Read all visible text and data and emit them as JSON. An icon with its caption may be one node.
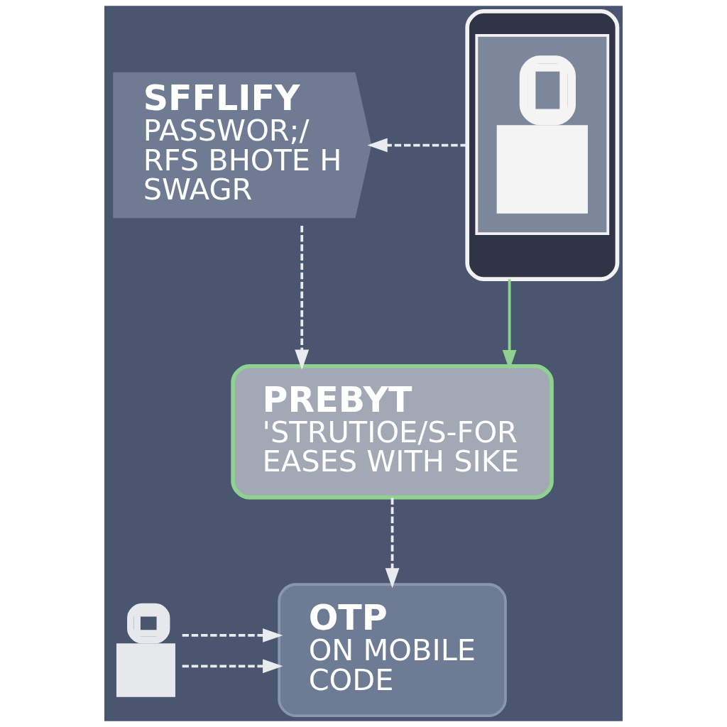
{
  "diagram": {
    "nodes": [
      {
        "text": [
          "SFFLIFY",
          "PASSWOR;/ RFS BHOTE H SWAGR"
        ]
      },
      {
        "text": [],
        "shape": "phone"
      },
      {
        "text": [
          "PREBYT",
          "'STRUTIOE/S-FOR EASES WITH SIKE"
        ]
      },
      {
        "text": [
          "OTP",
          "ON MOBILE CODE"
        ]
      },
      {
        "text": [],
        "shape": "lock"
      }
    ],
    "edges": [
      {
        "from": 1,
        "to": 0,
        "arrow": "to",
        "style": "dashed"
      },
      {
        "from": 0,
        "to": 2,
        "arrow": "to",
        "style": "dashed"
      },
      {
        "from": 1,
        "to": 2,
        "arrow": "to",
        "color": "#8fd18f"
      },
      {
        "from": 2,
        "to": 3,
        "arrow": "to",
        "style": "dashed"
      },
      {
        "from": 4,
        "to": 3,
        "arrow": "to",
        "style": "dashed"
      },
      {
        "from": 4,
        "to": 3,
        "arrow": "to",
        "style": "dashed"
      }
    ]
  }
}
